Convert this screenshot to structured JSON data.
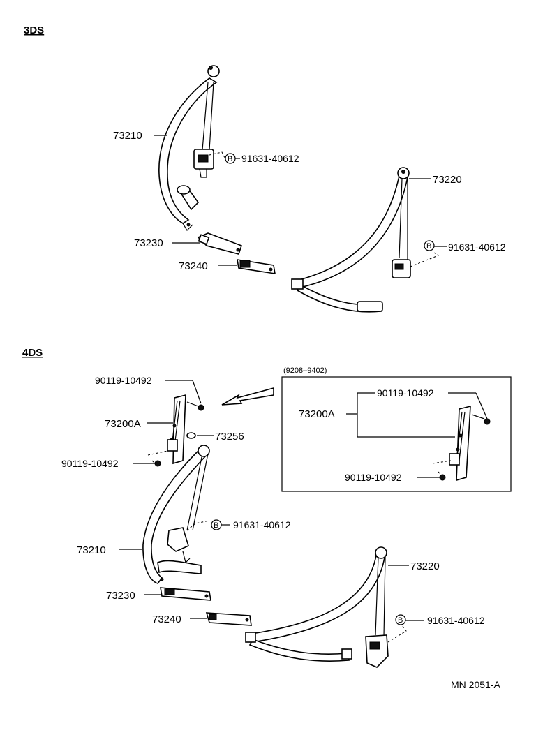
{
  "sections": {
    "top": "3DS",
    "bottom": "4DS"
  },
  "labels": {
    "p73210_a": "73210",
    "p73230_a": "73230",
    "p73240_a": "73240",
    "p73220_a": "73220",
    "bolt_a1": "91631-40612",
    "bolt_a2": "91631-40612",
    "p90119_top": "90119-10492",
    "p73200A": "73200A",
    "p73256": "73256",
    "p90119_bot": "90119-10492",
    "bolt_b1": "91631-40612",
    "p73210_b": "73210",
    "p73230_b": "73230",
    "p73240_b": "73240",
    "p73220_b": "73220",
    "bolt_b2": "91631-40612",
    "inset_range": "(9208–9402)",
    "inset_90119_top": "90119-10492",
    "inset_73200A": "73200A",
    "inset_90119_bot": "90119-10492",
    "circle_mark": "B",
    "drawing_id": "MN 2051-A"
  }
}
